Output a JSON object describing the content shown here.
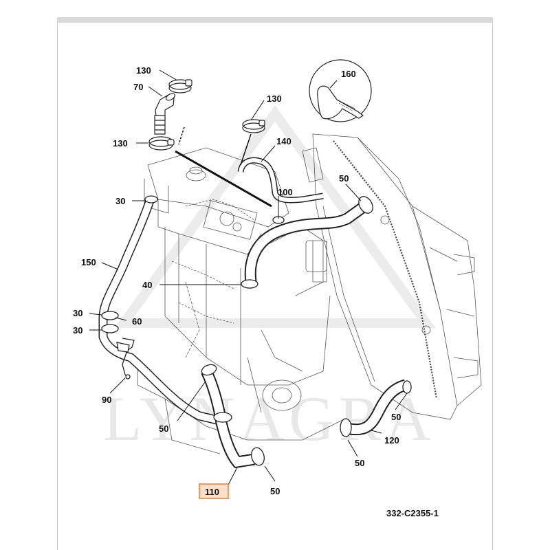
{
  "callouts": {
    "c130a": "130",
    "c70": "70",
    "c130b": "130",
    "c130c": "130",
    "c160": "160",
    "c140": "140",
    "c100": "100",
    "c50a": "50",
    "c30a": "30",
    "c150": "150",
    "c40": "40",
    "c30b": "30",
    "c60": "60",
    "c30c": "30",
    "c90": "90",
    "c50b": "50",
    "c50c": "50",
    "c120": "120",
    "c50d": "50",
    "c50e": "50",
    "c110": "110"
  },
  "highlight_color": "#f07a2a",
  "reference_code": "332-C2355-1",
  "watermark": "LYNAGRA"
}
